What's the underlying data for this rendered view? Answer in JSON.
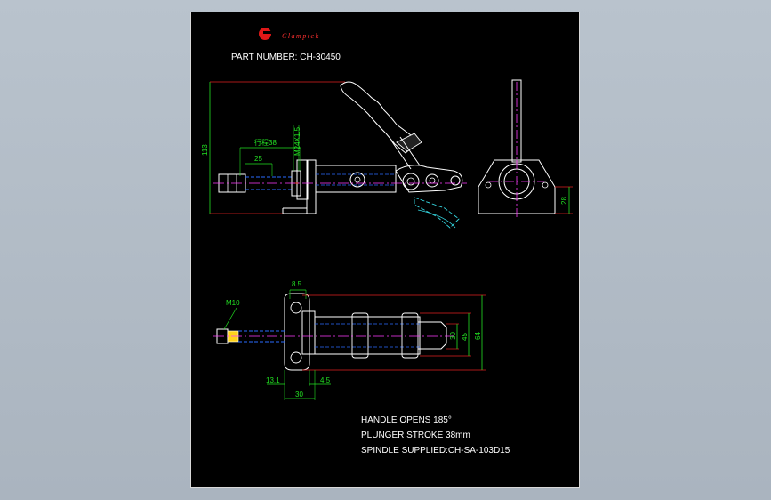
{
  "logo": {
    "text": "Clamptek"
  },
  "part_number": "PART NUMBER: CH-30450",
  "side_view": {
    "dims": {
      "height": "113",
      "stroke": "行程38",
      "spacing": "25",
      "thread": "M24X1.5",
      "base_height": "28"
    }
  },
  "top_view": {
    "dims": {
      "top_width": "8.5",
      "thread": "M10",
      "w30": "30",
      "w45": "45",
      "w64": "64",
      "left": "13.1",
      "base": "30",
      "right": "4.5"
    }
  },
  "notes": [
    "HANDLE OPENS 185°",
    "PLUNGER STROKE 38mm",
    "SPINDLE SUPPLIED:CH-SA-103D15"
  ],
  "colors": {
    "background": "#000000",
    "dimension": "#22e022",
    "part": "#ffffff",
    "center_line": "#ff3cff",
    "hidden": "#2a6bff",
    "accent": "#ff2a2a",
    "cyan": "#35d6e0"
  }
}
